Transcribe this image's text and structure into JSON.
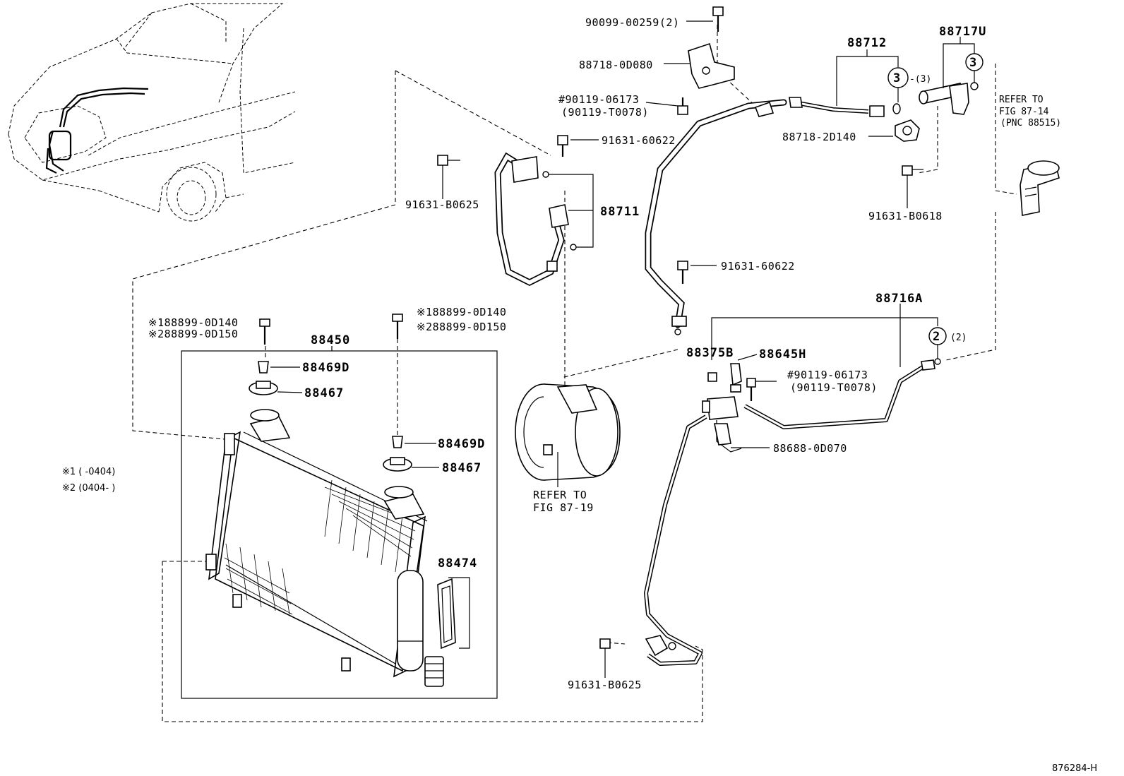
{
  "diagram": {
    "labels": {
      "bolt_top": "90099-00259(2)",
      "bracket_top": "88718-0D080",
      "bolt_hash_top_a": "#90119-06173",
      "bolt_hash_top_b": "(90119-T0078)",
      "bolt_60622_a": "91631-60622",
      "bolt_b0625_top": "91631-B0625",
      "hose_88711": "88711",
      "hose_88712": "88712",
      "marker_3a": "3",
      "marker_3a_qty": "-(3)",
      "marker_3b": "3",
      "valve_88717U": "88717U",
      "refer_87_14_a": "REFER TO",
      "refer_87_14_b": "FIG 87-14",
      "refer_87_14_c": "(PNC 88515)",
      "clamp_2d140": "88718-2D140",
      "bolt_b0618": "91631-B0618",
      "bolt_60622_b": "91631-60622",
      "pipe_88716A": "88716A",
      "marker_2": "2",
      "marker_2_qty": "(2)",
      "part_88375B": "88375B",
      "part_88645H": "88645H",
      "bolt_hash_mid_a": "#90119-06173",
      "bolt_hash_mid_b": "(90119-T0078)",
      "bracket_0d070": "88688-0D070",
      "refer_87_19_a": "REFER TO",
      "refer_87_19_b": "FIG 87-19",
      "bolt_b0625_bottom": "91631-B0625",
      "left_bolt_line1": "※188899-0D140",
      "left_bolt_line2": "※288899-0D150",
      "right_bolt_line1": "※188899-0D140",
      "right_bolt_line2": "※288899-0D150",
      "condenser_88450": "88450",
      "cushion_88469D_a": "88469D",
      "cushion_88467_a": "88467",
      "cushion_88469D_b": "88469D",
      "cushion_88467_b": "88467",
      "filter_88474": "88474",
      "note_1": "※1 (      -0404)",
      "note_2": "※2 (0404-      )",
      "figure_id": "876284-H"
    }
  }
}
